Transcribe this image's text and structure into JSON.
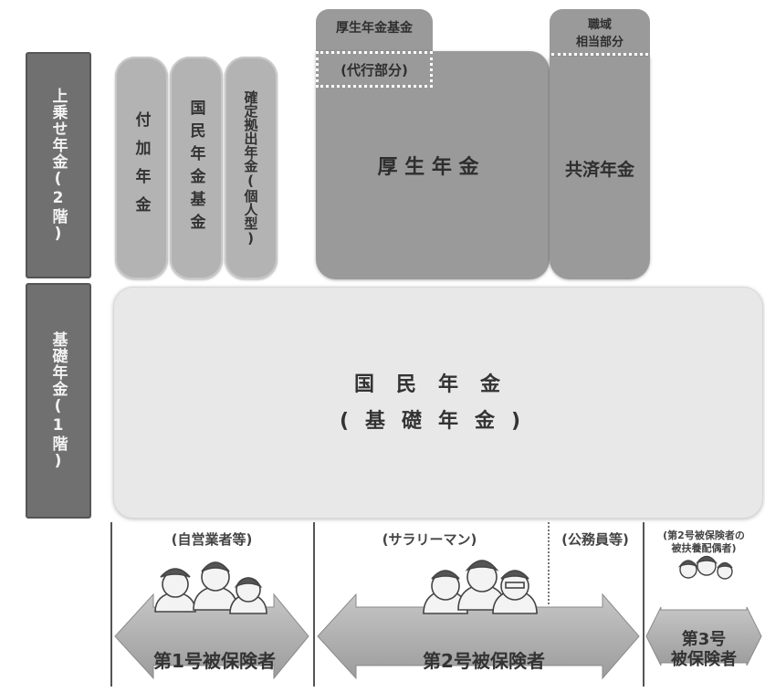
{
  "tiers": {
    "upper": "上乗せ年金(2階)",
    "lower": "基礎年金(1階)"
  },
  "pillars": {
    "fuka": "付加年金",
    "kokumin_kikin": "国民年金基金",
    "kakutei_kyoshutsu": "確定拠出年金(個人型)"
  },
  "kosei": {
    "kikin_tab": "厚生年金基金",
    "daiko": "(代行部分)",
    "main": "厚 生 年 金"
  },
  "kyosai": {
    "tab_line1": "職域",
    "tab_line2": "相当部分",
    "main": "共済年金"
  },
  "base": {
    "line1": "国民年金",
    "line2": "(基礎年金)"
  },
  "categories": {
    "self_employed": "(自営業者等)",
    "salaryman": "(サラリーマン)",
    "civil_servant": "(公務員等)",
    "dependent_line1": "(第2号被保険者の",
    "dependent_line2": "被扶養配偶者)"
  },
  "insured": {
    "first": "第1号被保険者",
    "second": "第2号被保険者",
    "third_line1": "第3号",
    "third_line2": "被保険者"
  }
}
